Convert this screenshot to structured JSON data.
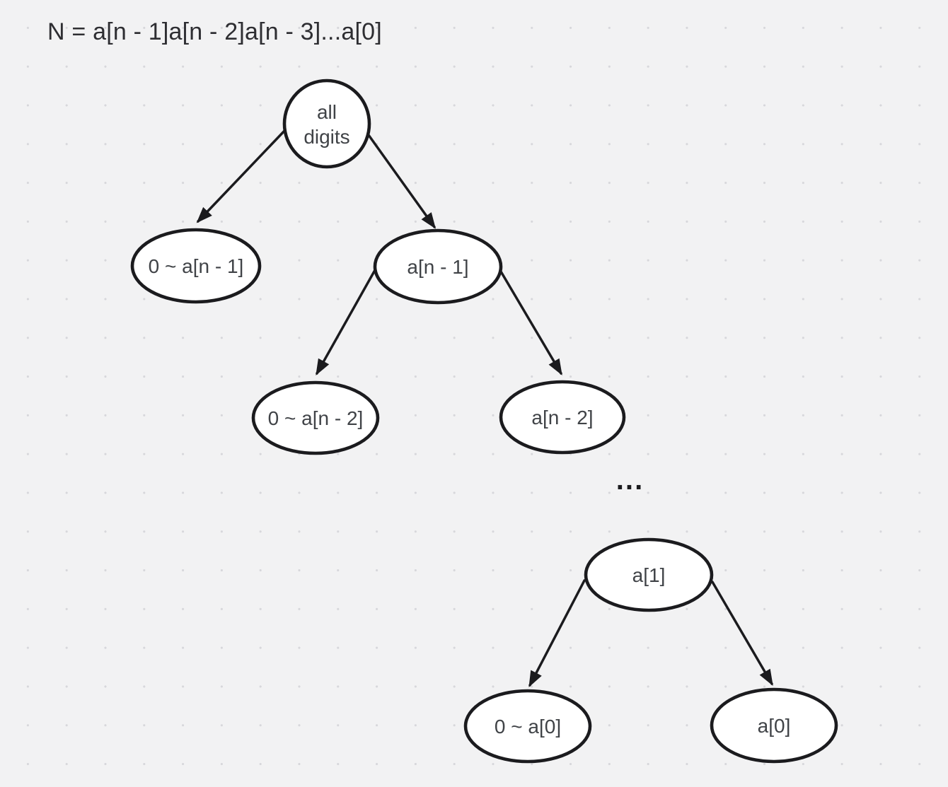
{
  "canvas": {
    "background_color": "#f2f2f3",
    "dot_grid_color": "#d7d7db",
    "shape_stroke_color": "#1b1b1e",
    "shape_fill_color": "#ffffff",
    "label_text_color": "#404347"
  },
  "formula": "N = a[n - 1]a[n - 2]a[n - 3]...a[0]",
  "ellipsis": "...",
  "nodes": {
    "root": {
      "line1": "all",
      "line2": "digits"
    },
    "range_n1": {
      "label": "0 ~ a[n - 1]"
    },
    "digit_n1": {
      "label": "a[n - 1]"
    },
    "range_n2": {
      "label": "0 ~ a[n - 2]"
    },
    "digit_n2": {
      "label": "a[n - 2]"
    },
    "digit_1": {
      "label": "a[1]"
    },
    "range_0": {
      "label": "0 ~ a[0]"
    },
    "digit_0": {
      "label": "a[0]"
    }
  },
  "edges": [
    {
      "from": "root",
      "to": "range_n1"
    },
    {
      "from": "root",
      "to": "digit_n1"
    },
    {
      "from": "digit_n1",
      "to": "range_n2"
    },
    {
      "from": "digit_n1",
      "to": "digit_n2"
    },
    {
      "from": "digit_1",
      "to": "range_0"
    },
    {
      "from": "digit_1",
      "to": "digit_0"
    }
  ]
}
